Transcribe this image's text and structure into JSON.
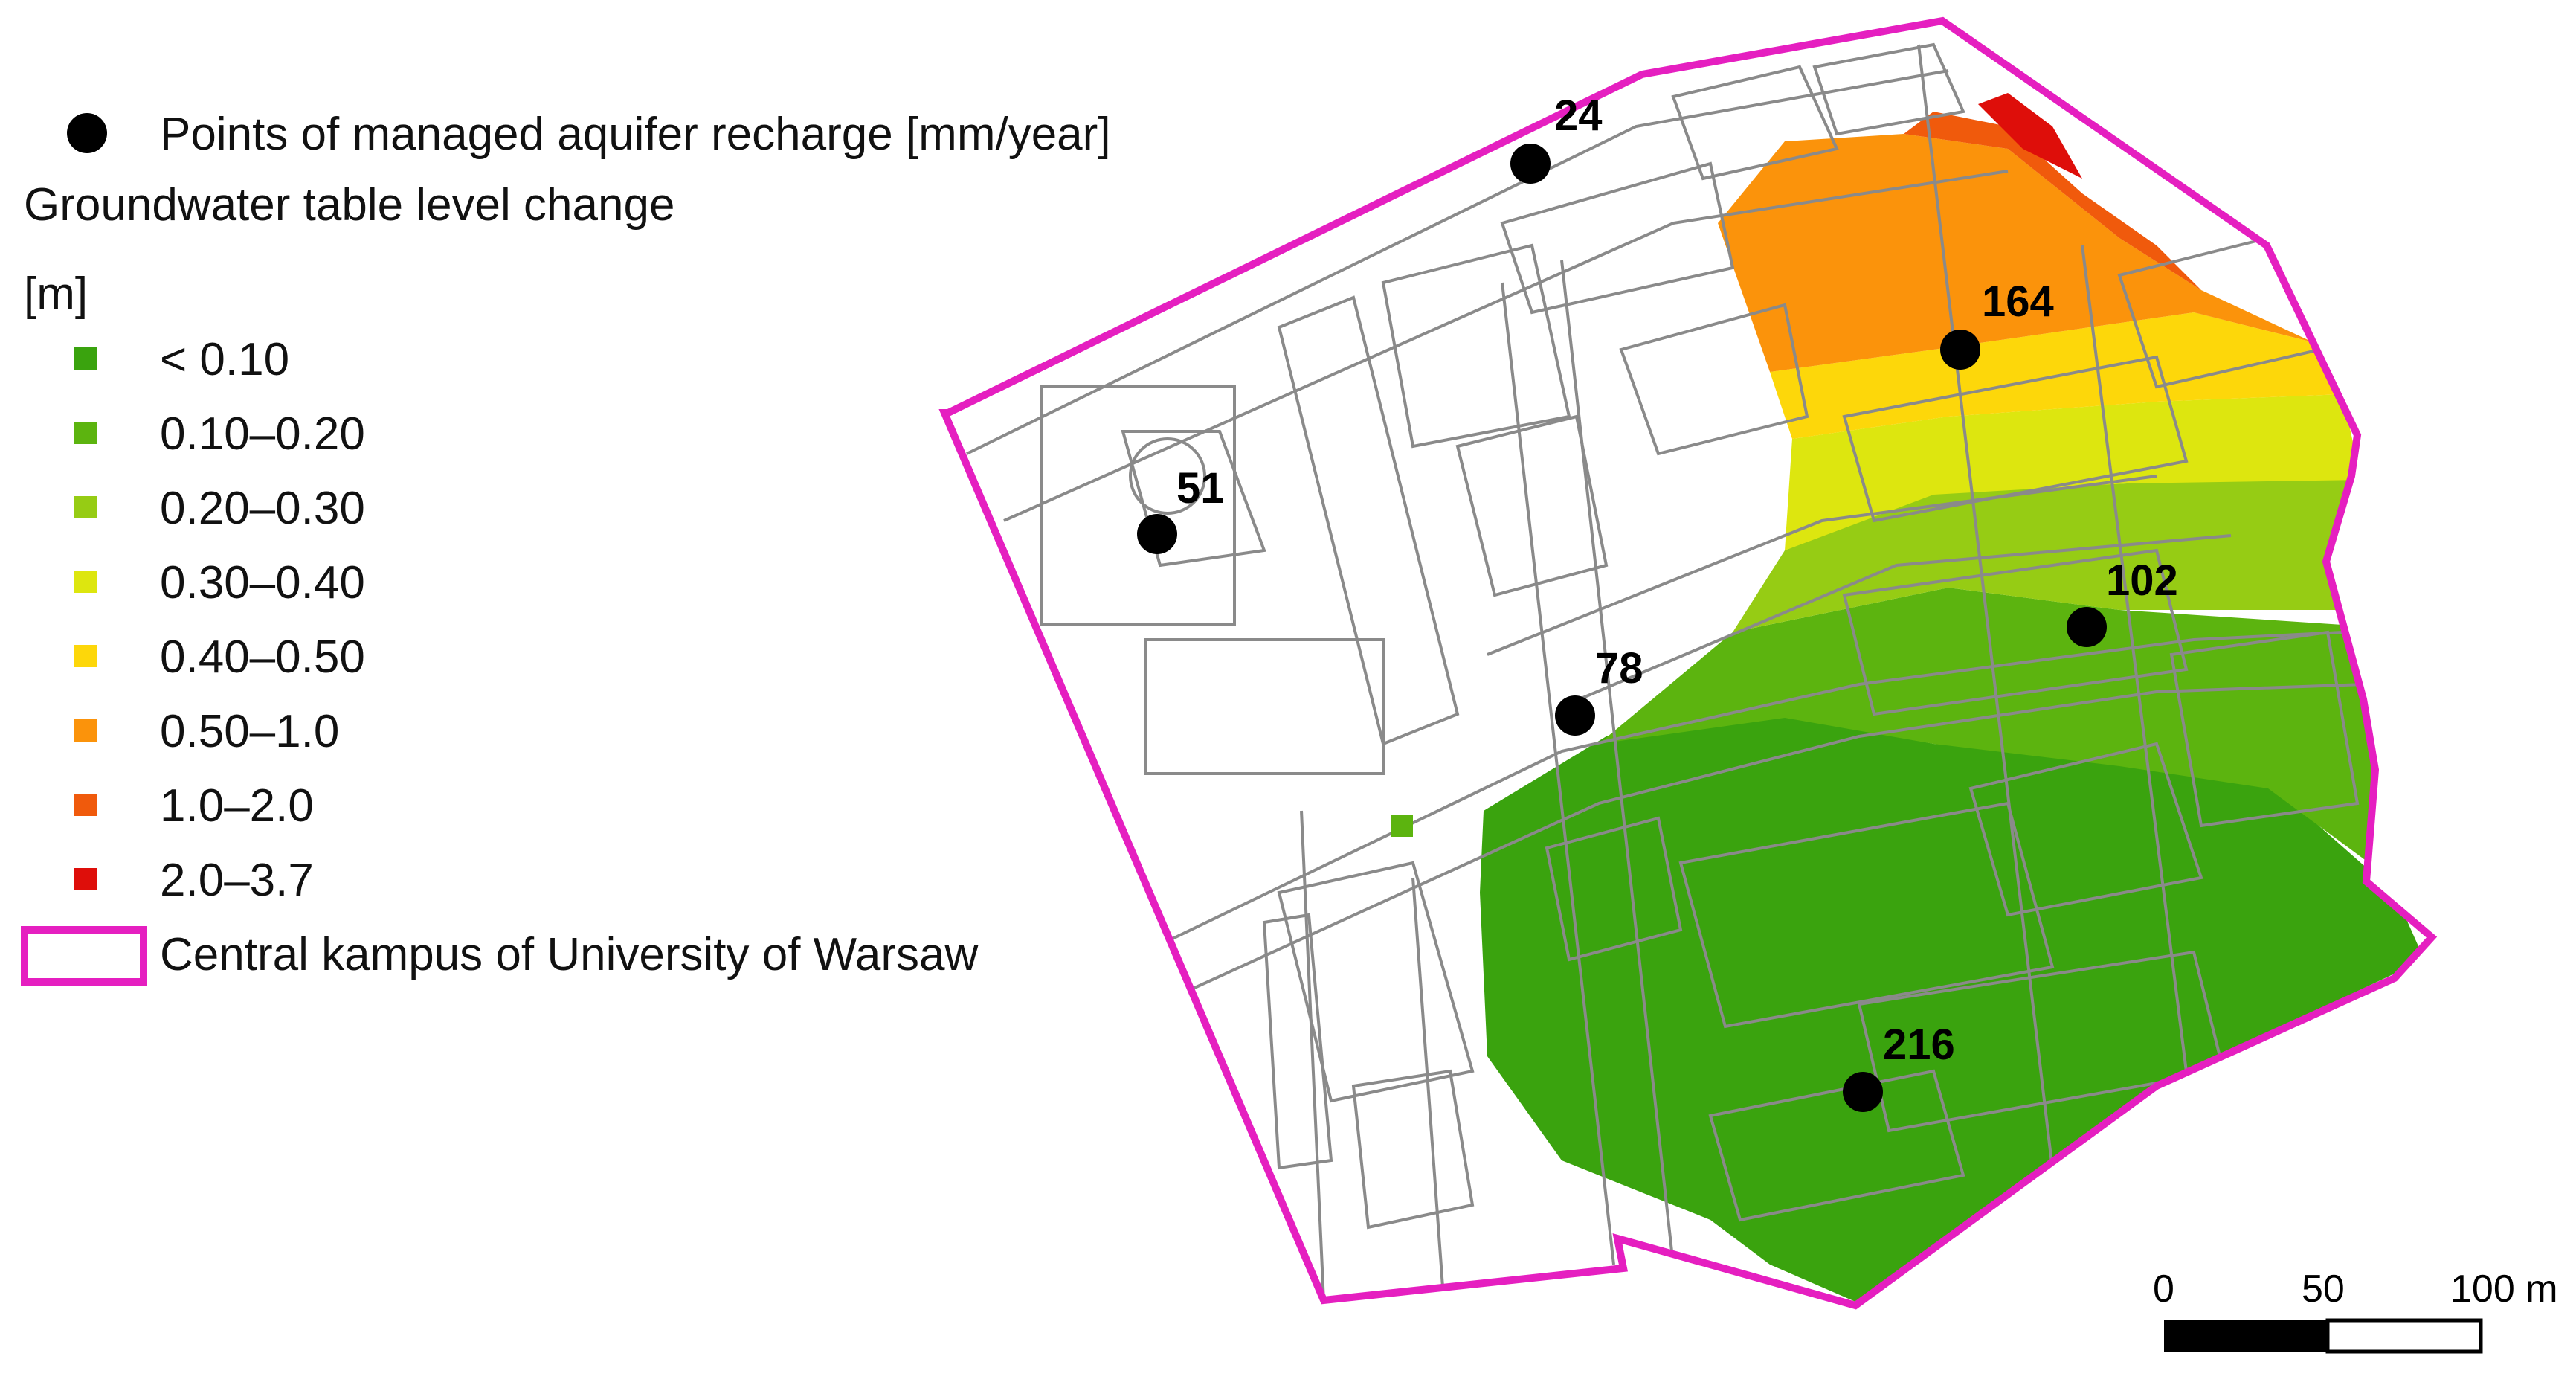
{
  "legend": {
    "points_label": "Points of managed aquifer recharge [mm/year]",
    "gw_title": "Groundwater table level change",
    "gw_unit": "[m]",
    "classes": [
      {
        "label": "< 0.10",
        "color": "#3aa30e"
      },
      {
        "label": "0.10–0.20",
        "color": "#5cb40f"
      },
      {
        "label": "0.20–0.30",
        "color": "#96cc14"
      },
      {
        "label": "0.30–0.40",
        "color": "#dde60f"
      },
      {
        "label": "0.40–0.50",
        "color": "#fdd70a"
      },
      {
        "label": "0.50–1.0",
        "color": "#fb930b"
      },
      {
        "label": "1.0–2.0",
        "color": "#f05a0c"
      },
      {
        "label": "2.0–3.7",
        "color": "#de0e0a"
      }
    ],
    "boundary_label": "Central kampus of University of Warsaw",
    "boundary_color": "#e51fc0"
  },
  "points": [
    {
      "label": "24"
    },
    {
      "label": "164"
    },
    {
      "label": "51"
    },
    {
      "label": "102"
    },
    {
      "label": "78"
    },
    {
      "label": "216"
    }
  ],
  "scale_bar": {
    "ticks": [
      "0",
      "50",
      "100 m"
    ]
  }
}
